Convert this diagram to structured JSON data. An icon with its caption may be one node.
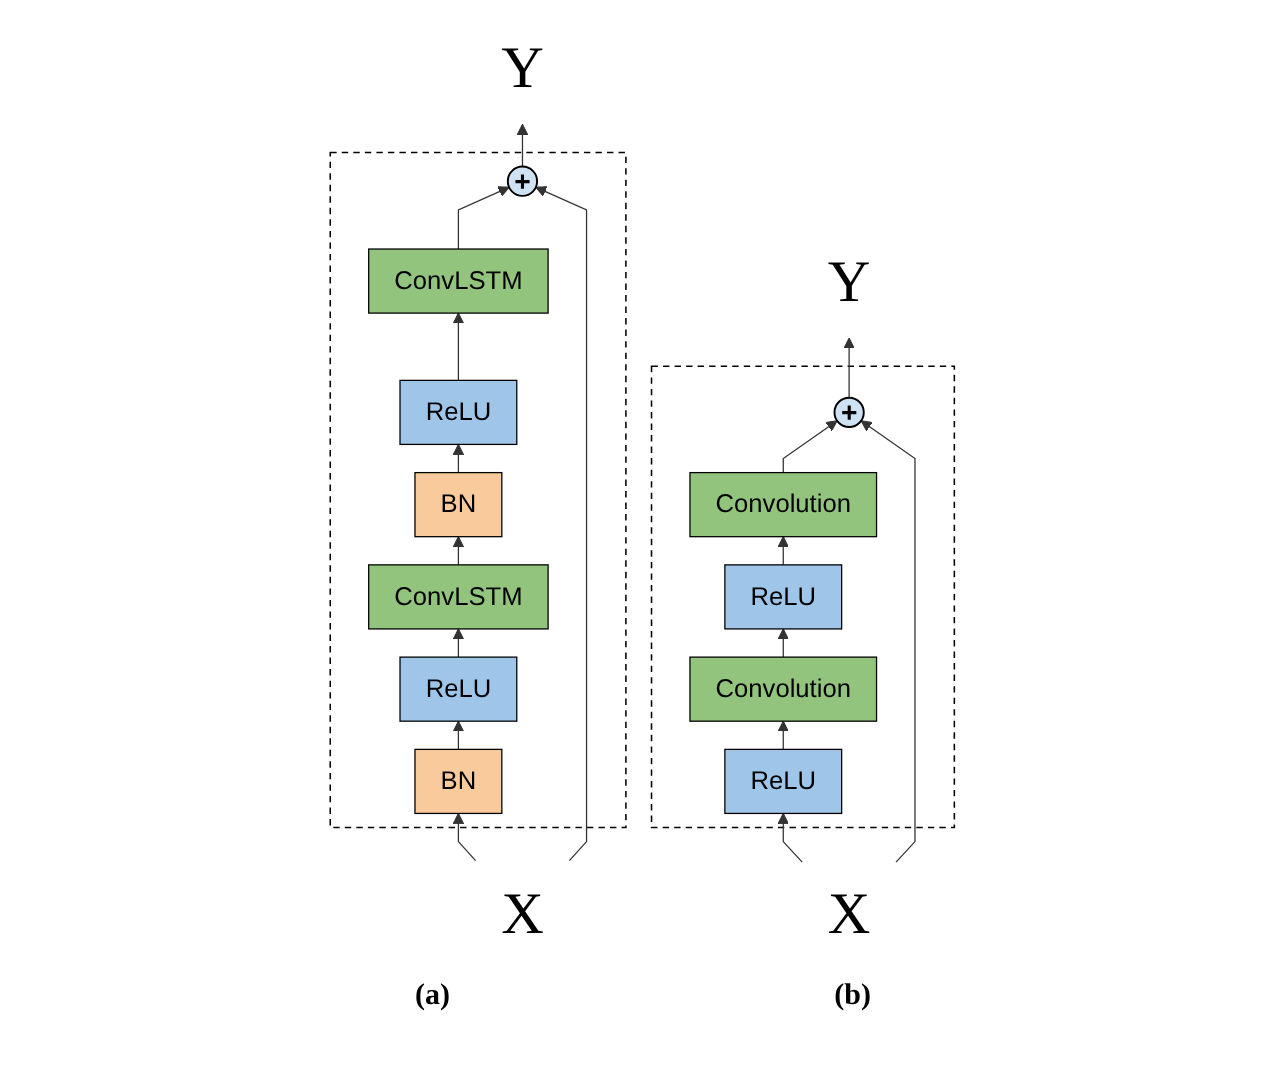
{
  "diagram": {
    "nodes": [
      {
        "text": [
          "Y"
        ]
      },
      {
        "text": [
          "Y"
        ]
      },
      {
        "text": [],
        "shape": "box"
      },
      {
        "text": [
          "+"
        ],
        "in": 2
      },
      {
        "text": [
          "ConvLSTM"
        ],
        "in": 2
      },
      {
        "text": [
          "ReLU"
        ],
        "in": 2
      },
      {
        "text": [
          "BN"
        ],
        "in": 2
      },
      {
        "text": [
          "ConvLSTM"
        ],
        "in": 2
      },
      {
        "text": [
          "ReLU"
        ],
        "in": 2
      },
      {
        "text": [
          "BN"
        ],
        "in": 2
      },
      {
        "text": [],
        "shape": "box"
      },
      {
        "text": [
          "+"
        ],
        "in": 10
      },
      {
        "text": [
          "Convolution"
        ],
        "in": 10
      },
      {
        "text": [
          "ReLU"
        ],
        "in": 10
      },
      {
        "text": [
          "Convolution"
        ],
        "in": 10
      },
      {
        "text": [
          "ReLU"
        ],
        "in": 10
      },
      {
        "text": [
          "X"
        ]
      },
      {
        "text": [
          "X"
        ]
      }
    ],
    "edges": [
      {
        "from": 16,
        "to": 9,
        "arrow": "to"
      },
      {
        "from": 9,
        "to": 8,
        "arrow": "to"
      },
      {
        "from": 8,
        "to": 7,
        "arrow": "to"
      },
      {
        "from": 7,
        "to": 6,
        "arrow": "to"
      },
      {
        "from": 6,
        "to": 5,
        "arrow": "to"
      },
      {
        "from": 5,
        "to": 4,
        "arrow": "to"
      },
      {
        "from": 4,
        "to": 3,
        "arrow": "to"
      },
      {
        "from": 3,
        "to": 0,
        "arrow": "to"
      },
      {
        "from": 16,
        "to": 3,
        "arrow": "to"
      },
      {
        "from": 17,
        "to": 15,
        "arrow": "to"
      },
      {
        "from": 15,
        "to": 14,
        "arrow": "to"
      },
      {
        "from": 14,
        "to": 13,
        "arrow": "to"
      },
      {
        "from": 13,
        "to": 12,
        "arrow": "to"
      },
      {
        "from": 12,
        "to": 11,
        "arrow": "to"
      },
      {
        "from": 11,
        "to": 1,
        "arrow": "to"
      },
      {
        "from": 17,
        "to": 11,
        "arrow": "to"
      }
    ],
    "labels": [
      "(a)",
      "(b)"
    ]
  }
}
